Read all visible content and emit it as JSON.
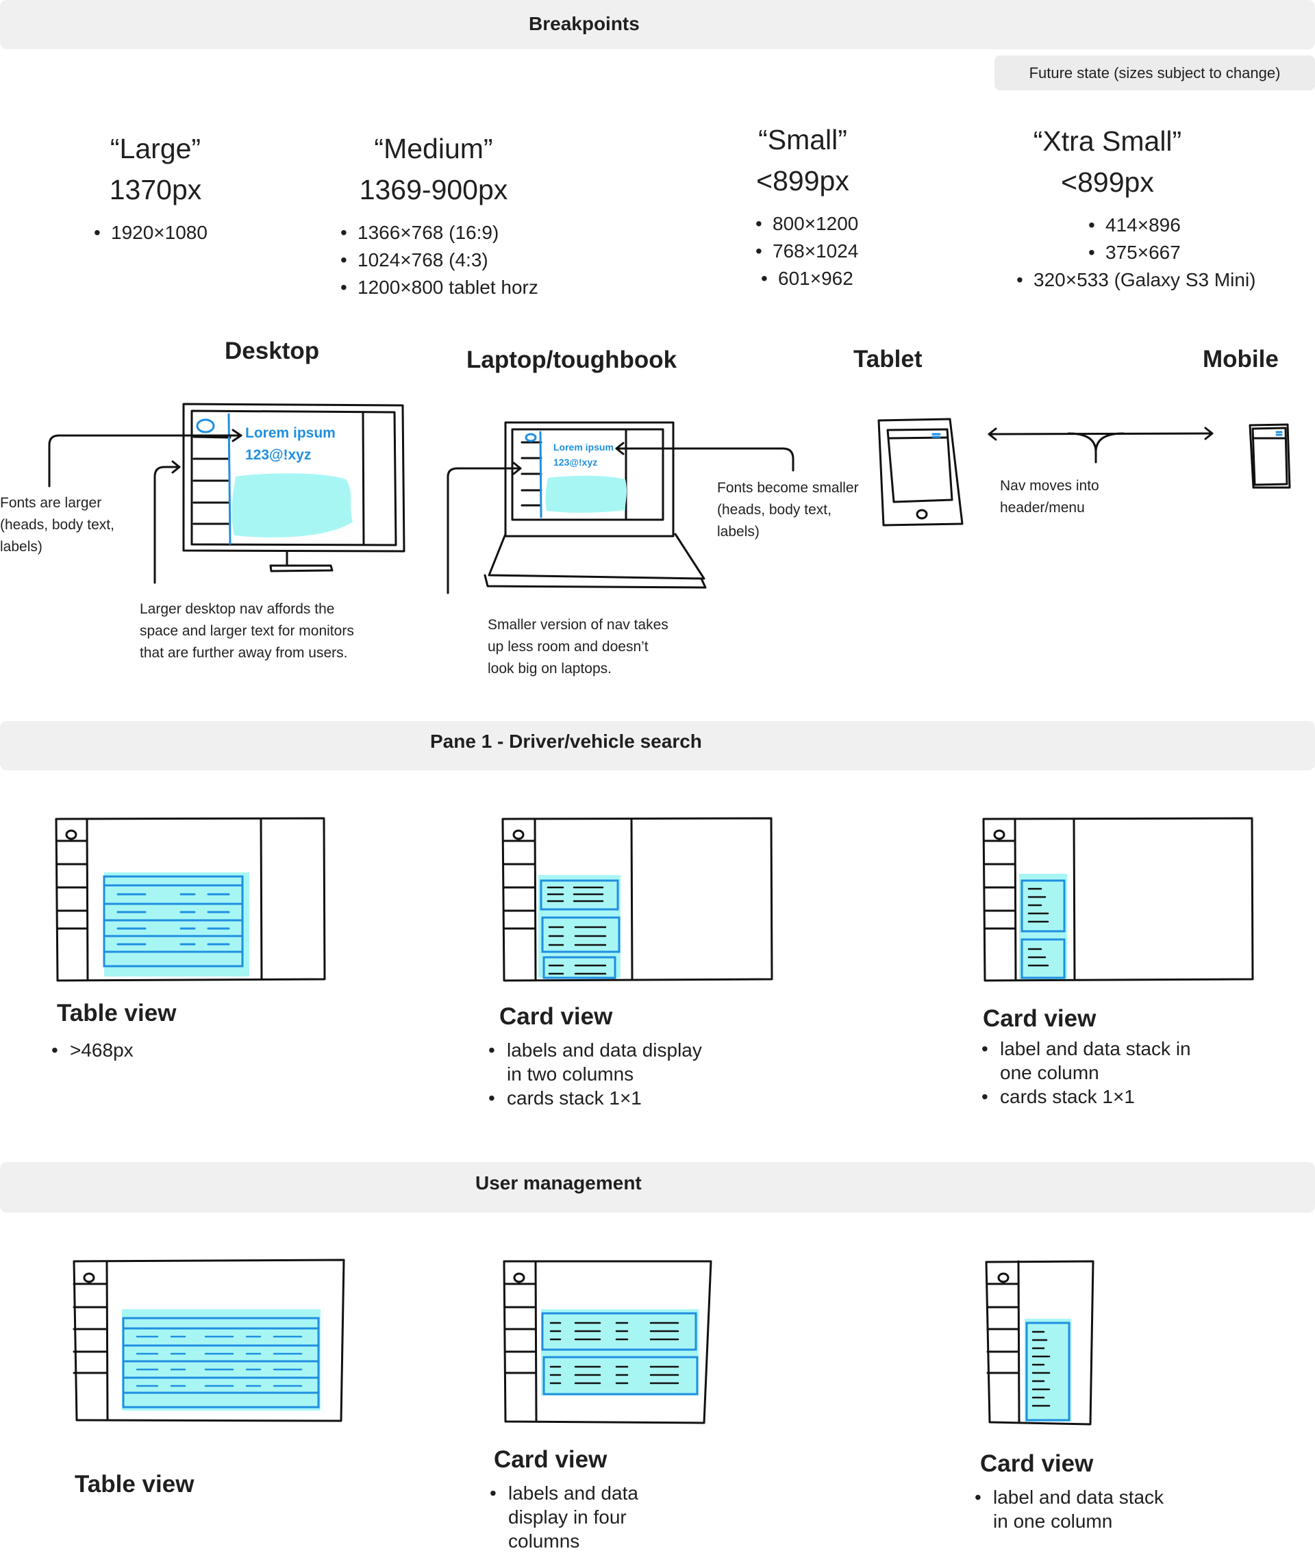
{
  "sections": {
    "breakpoints": "Breakpoints",
    "pane1": "Pane 1 - Driver/vehicle search",
    "user_mgmt": "User management"
  },
  "future_state": "Future state (sizes subject to change)",
  "breakpoints": [
    {
      "name": "“Large”",
      "size": "1370px",
      "items": [
        "1920×1080"
      ]
    },
    {
      "name": "“Medium”",
      "size": "1369-900px",
      "items": [
        "1366×768 (16:9)",
        "1024×768 (4:3)",
        "1200×800 tablet horz"
      ]
    },
    {
      "name": "“Small”",
      "size": "<899px",
      "items": [
        "800×1200",
        "768×1024",
        "601×962"
      ]
    },
    {
      "name": "“Xtra Small”",
      "size": "<899px",
      "items": [
        "414×896",
        "375×667",
        "320×533 (Galaxy S3 Mini)"
      ]
    }
  ],
  "devices": {
    "desktop": "Desktop",
    "laptop": "Laptop/toughbook",
    "tablet": "Tablet",
    "mobile": "Mobile"
  },
  "sketch_text": {
    "desktop_line1": "Lorem ipsum",
    "desktop_line2": "123@!xyz",
    "laptop_line1": "Lorem ipsum",
    "laptop_line2": "123@!xyz"
  },
  "notes": {
    "fonts_larger": [
      "Fonts are larger",
      "(heads, body text,",
      "labels)"
    ],
    "desktop_nav": [
      "Larger desktop nav affords the",
      "space and larger text for monitors",
      "that are further away from users."
    ],
    "laptop_nav": [
      "Smaller version of nav takes",
      "up less room and doesn’t",
      "look  big on laptops."
    ],
    "fonts_smaller": [
      "Fonts become smaller",
      "(heads, body text,",
      "labels)"
    ],
    "nav_moves": [
      "Nav moves into",
      "header/menu"
    ]
  },
  "pane1_views": [
    {
      "title": "Table view",
      "items": [
        ">468px"
      ]
    },
    {
      "title": "Card view",
      "items": [
        "labels and data display",
        "in two columns",
        "cards stack 1×1"
      ]
    },
    {
      "title": "Card view",
      "items": [
        "label and data stack in",
        "one column",
        "cards stack 1×1"
      ]
    }
  ],
  "user_views": [
    {
      "title": "Table view",
      "items": []
    },
    {
      "title": "Card view",
      "items": [
        "labels and data",
        "display in four",
        "columns"
      ]
    },
    {
      "title": "Card view",
      "items": [
        "label and data stack",
        "in one column"
      ]
    }
  ],
  "colors": {
    "accent": "#1f8fe0",
    "highlight": "#a8f6f4",
    "band": "#f0f0f0"
  }
}
